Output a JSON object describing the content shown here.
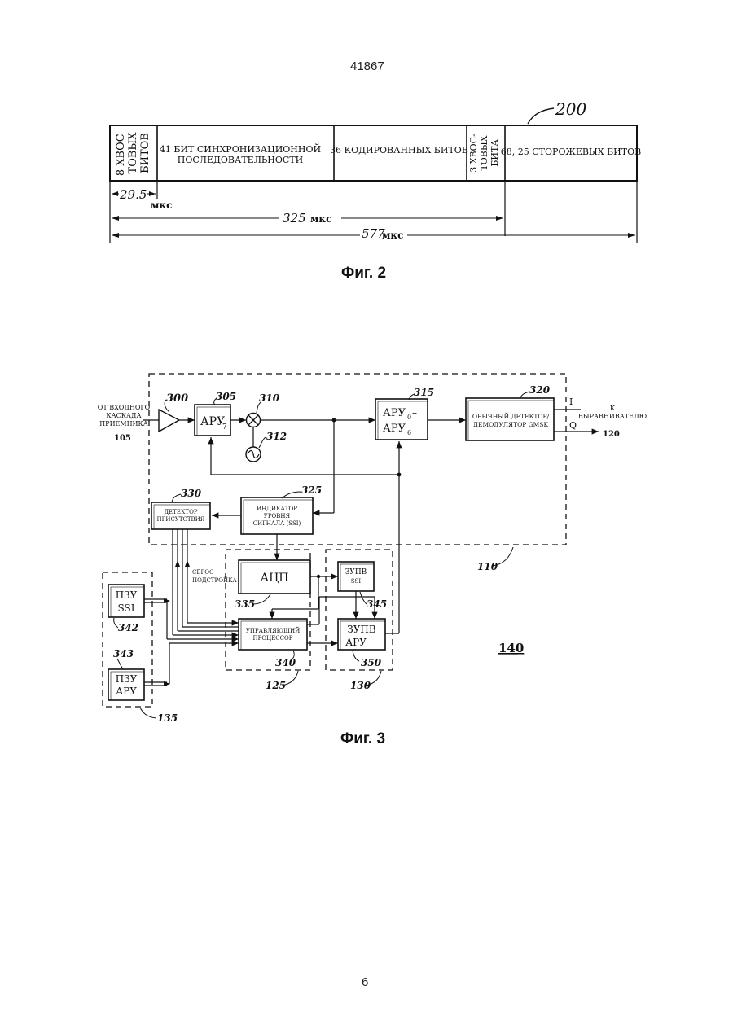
{
  "page_header": "41867",
  "page_footer": "6",
  "fig2": {
    "ref": "200",
    "fields": {
      "tail1": [
        "8 ХВОС-",
        "ТОВЫХ",
        "БИТОВ"
      ],
      "sync": [
        "41 БИТ СИНХРОНИЗАЦИОННОЙ",
        "ПОСЛЕДОВАТЕЛЬНОСТИ"
      ],
      "coded": "36 КОДИРОВАННЫХ БИТОВ",
      "tail2": [
        "3 ХВОС-",
        "ТОВЫХ",
        "БИТА"
      ],
      "guard": "68, 25 СТОРОЖЕВЫХ БИТОВ"
    },
    "dims": {
      "d1": "29.5",
      "d1_unit": "мкс",
      "d2": "325",
      "d2_unit": "мкс",
      "d3": "577",
      "d3_unit": "мкс"
    },
    "caption": "Фиг. 2"
  },
  "fig3": {
    "caption": "Фиг. 3",
    "input_label": [
      "ОТ ВХОДНОГО",
      "КАСКАДА",
      "ПРИЕМНИКА"
    ],
    "input_ref": "105",
    "output_label": [
      "К",
      "ВЫРАВНИВАТЕЛЮ"
    ],
    "output_ref": "120",
    "out_i": "I",
    "out_q": "Q",
    "blocks": {
      "agc7": {
        "label": "АРУ",
        "sub": "7",
        "ref": "305"
      },
      "agc06": {
        "line1": "АРУ",
        "sub1": "0",
        "tail1": "–",
        "line2": "АРУ",
        "sub2": "6",
        "ref": "315"
      },
      "detector": {
        "lines": [
          "ОБЫЧНЫЙ ДЕТЕКТОР/",
          "ДЕМОДУЛЯТОР GMSK"
        ],
        "ref": "320"
      },
      "presence": {
        "lines": [
          "ДЕТЕКТОР",
          "ПРИСУТСТВИЯ"
        ],
        "ref": "330"
      },
      "ssi": {
        "lines": [
          "ИНДИКАТОР",
          "УРОВНЯ",
          "СИГНАЛА (SSI)"
        ],
        "ref": "325"
      },
      "adc": {
        "label": "АЦП",
        "ref": "335"
      },
      "cpu": {
        "lines": [
          "УПРАВЛЯЮЩИЙ",
          "ПРОЦЕССОР"
        ],
        "ref": "340"
      },
      "ram_ssi": {
        "lines": [
          "ЗУПВ",
          "SSI"
        ],
        "ref": "345"
      },
      "ram_agc": {
        "lines": [
          "ЗУПВ",
          "АРУ"
        ],
        "ref": "350"
      },
      "rom_ssi": {
        "lines": [
          "ПЗУ",
          "SSI"
        ],
        "ref": "342"
      },
      "rom_agc": {
        "lines": [
          "ПЗУ",
          "АРУ"
        ],
        "ref": "343"
      }
    },
    "amp_ref": "300",
    "mixer_ref": "310",
    "osc_ref": "312",
    "reset_label": [
      "СБРОС",
      "ПОДСТРОЙКА"
    ],
    "group_refs": {
      "rf": "110",
      "proc": "125",
      "ram": "130",
      "rom": "135",
      "system": "140"
    }
  }
}
